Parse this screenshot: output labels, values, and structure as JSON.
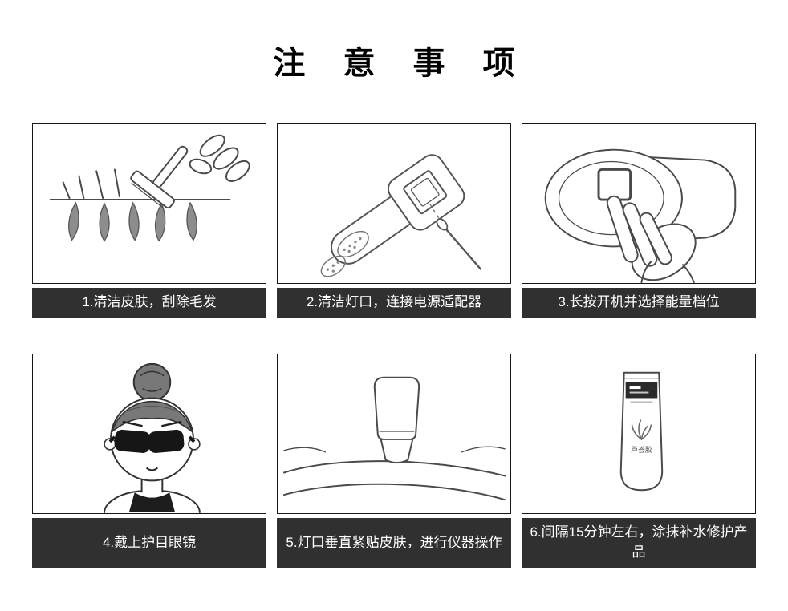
{
  "page": {
    "title": "注 意 事 项",
    "background_color": "#ffffff",
    "caption_bar_color": "#303030",
    "caption_text_color": "#ffffff"
  },
  "steps": [
    {
      "index": 1,
      "caption": "1.清洁皮肤，刮除毛发",
      "illustration": "razor-shaving-hair"
    },
    {
      "index": 2,
      "caption": "2.清洁灯口，连接电源适配器",
      "illustration": "swab-cleaning-lamp-window"
    },
    {
      "index": 3,
      "caption": "3.长按开机并选择能量档位",
      "illustration": "hand-pressing-power-button"
    },
    {
      "index": 4,
      "caption": "4.戴上护目眼镜",
      "illustration": "girl-wearing-goggles"
    },
    {
      "index": 5,
      "caption": "5.灯口垂直紧贴皮肤，进行仪器操作",
      "illustration": "device-against-skin"
    },
    {
      "index": 6,
      "caption": "6.间隔15分钟左右，涂抹补水修护产品",
      "illustration": "aloe-gel-tube",
      "product_label": "芦荟胶"
    }
  ]
}
